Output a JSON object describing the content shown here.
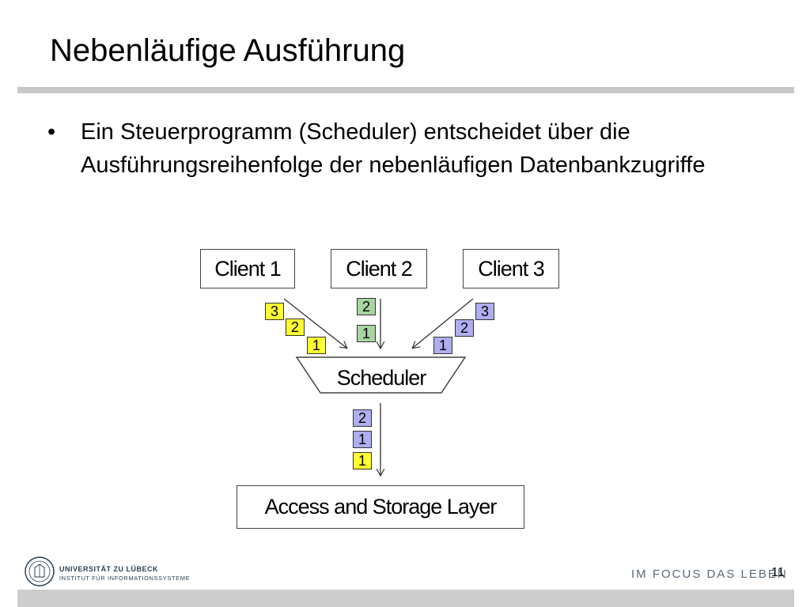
{
  "slide": {
    "title": "Nebenläufige Ausführung",
    "bullet_marker": "•",
    "bullet_text": "Ein Steuerprogramm (Scheduler) entscheidet über die Ausführungsreihenfolge der nebenläufigen Datenbankzugriffe"
  },
  "diagram": {
    "clients": [
      "Client 1",
      "Client 2",
      "Client 3"
    ],
    "scheduler_label": "Scheduler",
    "storage_label": "Access and Storage Layer",
    "client1_queue": [
      "3",
      "2",
      "1"
    ],
    "client2_queue": [
      "2",
      "1"
    ],
    "client3_queue": [
      "3",
      "2",
      "1"
    ],
    "output_queue": [
      "2",
      "1",
      "1"
    ],
    "colors": {
      "client1": "#ffff33",
      "client2": "#a8d5a2",
      "client3": "#aeaef0"
    }
  },
  "footer": {
    "university": "UNIVERSITÄT ZU LÜBECK",
    "institute": "INSTITUT FÜR INFORMATIONSSYSTEME",
    "slogan": "IM FOCUS DAS LEBEN",
    "page_number": "11"
  }
}
